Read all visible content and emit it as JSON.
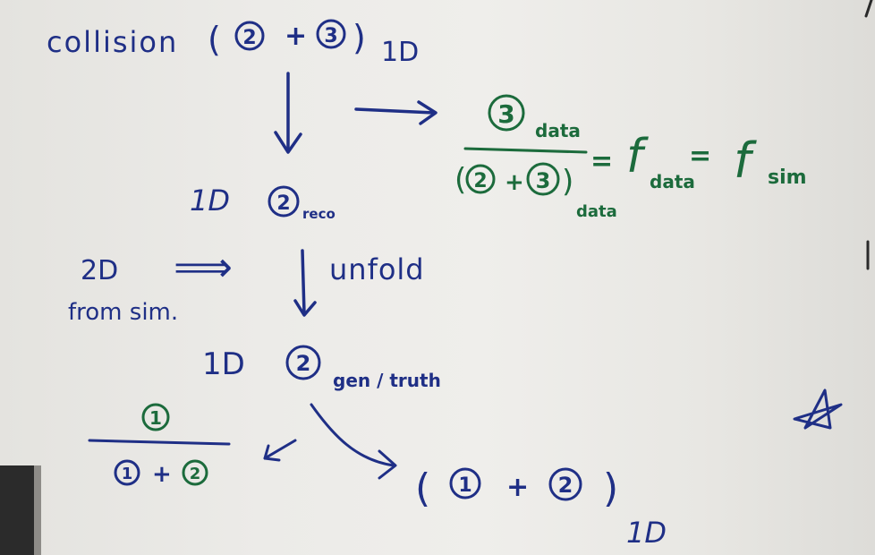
{
  "colors": {
    "board": "#ecebe8",
    "ink_blue": "#1f2f86",
    "ink_green": "#1c6b3c",
    "frame_dark": "#2b2b2b"
  },
  "line1": {
    "word": "collision",
    "paren_open": "(",
    "plus": "+",
    "paren_close": ")",
    "dim": "1D",
    "circled_a": "2",
    "circled_b": "3"
  },
  "ratio": {
    "numerator": "3",
    "num_sub": "data",
    "den_a": "2",
    "den_plus": "+",
    "den_b": "3",
    "den_sub": "data",
    "eq1": "=",
    "f1": "f",
    "f1_sub": "data",
    "eq2": "=",
    "f2": "f",
    "f2_sub": "sim"
  },
  "reco": {
    "dim": "1D",
    "circled": "2",
    "sub": "reco"
  },
  "mid": {
    "label_2d": "2D",
    "from_sim": "from sim.",
    "arrow": "⟹",
    "unfold": "unfold"
  },
  "gen": {
    "dim": "1D",
    "circled": "2",
    "sub": "gen / truth"
  },
  "bottom_left": {
    "numerator": "1",
    "den_a": "1",
    "plus": "+",
    "den_b": "2"
  },
  "bottom_right": {
    "paren_open": "(",
    "a": "1",
    "plus": "+",
    "b": "2",
    "paren_close": ")",
    "dim": "1D"
  },
  "doodle": {
    "icon": "star-doodle-icon"
  }
}
